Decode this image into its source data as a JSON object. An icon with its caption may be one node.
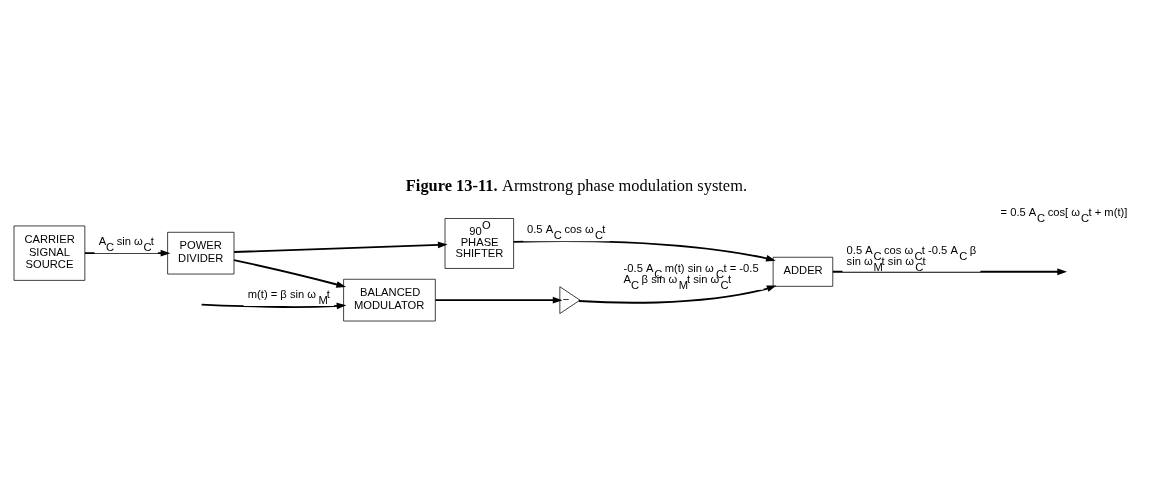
{
  "diagram": {
    "title": "**Figure 13-11.** Armstrong phase modulation system.",
    "nodes": [
      {
        "text": [
          "CARRIER SIGNAL SOURCE"
        ]
      },
      {
        "text": [
          "POWER DIVIDER"
        ]
      },
      {
        "text": [
          "BALANCED MODULATOR"
        ]
      },
      {
        "text": [
          "90$^{O}$ PHASE SHIFTER"
        ]
      },
      {
        "text": [
          "−"
        ]
      },
      {
        "text": [
          "ADDER"
        ]
      }
    ],
    "edges": [
      {
        "from": null,
        "to": 2,
        "arrow": "to",
        "label": "m(t) = β sin ω$_{M}$t"
      },
      {
        "from": 0,
        "to": 1,
        "arrow": "to",
        "label": "A$_{C}$ sin ω$_{C}$t"
      },
      {
        "from": 1,
        "to": 2,
        "arrow": "to"
      },
      {
        "from": 1,
        "to": 3,
        "arrow": "to"
      },
      {
        "from": 2,
        "to": 4,
        "arrow": "to"
      },
      {
        "from": 4,
        "to": 5,
        "arrow": "to",
        "label": "-0.5 A$_{C}$ m(t) sin ω$_{C}$t = -0.5 A$_{C}$ β sin ω$_{M}$t sin ω$_{C}$t"
      },
      {
        "from": 3,
        "to": 5,
        "arrow": "to",
        "label": "0.5 A$_{C}$ cos ω$_{C}$t"
      },
      {
        "from": 5,
        "to": null,
        "arrow": "to",
        "label": "0.5 A$_{C}$ cos ω$_{C}$t -0.5 A$_{C}$ β sin ω$_{M}$t sin ω$_{C}$t"
      }
    ],
    "labels": [
      "= 0.5 A$_{C}$ cos[ ω$_{C}$t + m(t)]"
    ]
  }
}
